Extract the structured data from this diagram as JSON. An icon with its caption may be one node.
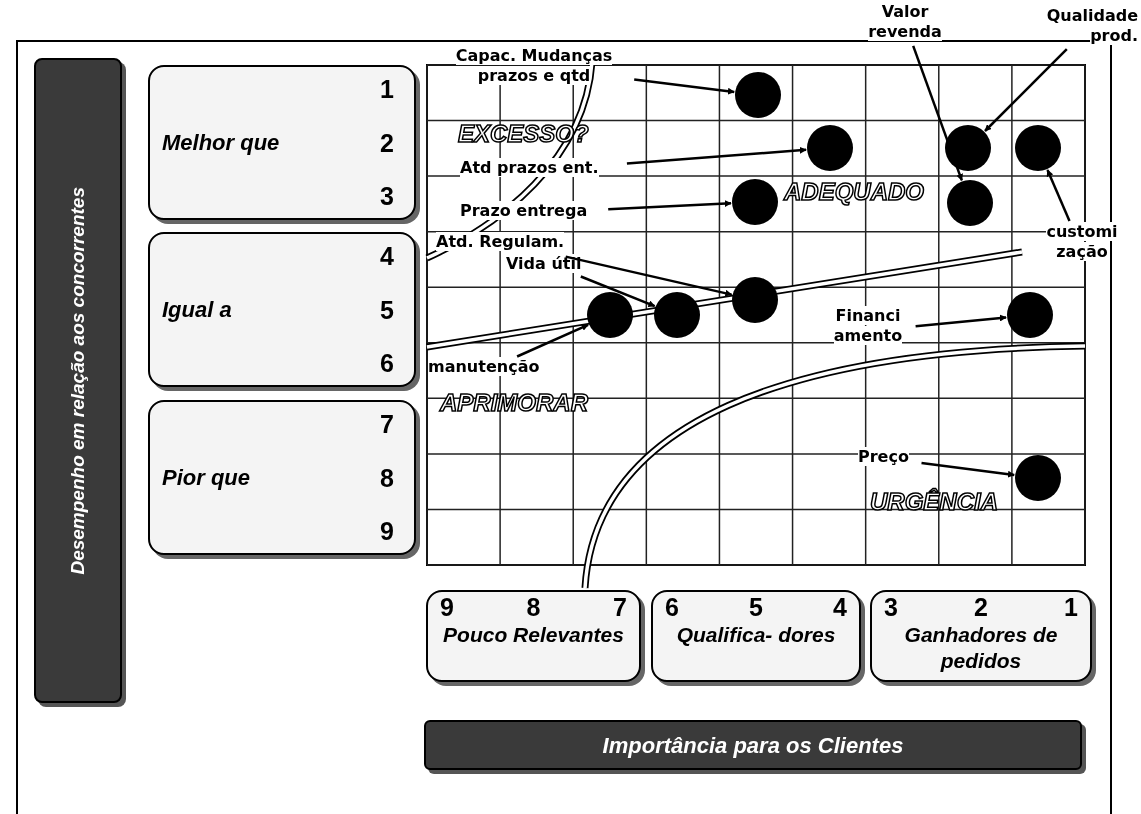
{
  "diagram": {
    "nodes": [
      {
        "text": [
          "Desempenho em relação aos concorrentes"
        ]
      },
      {
        "text": [
          "Melhor que",
          "1",
          "2",
          "3"
        ]
      },
      {
        "text": [
          "Igual a",
          "4",
          "5",
          "6"
        ]
      },
      {
        "text": [
          "Pior que",
          "7",
          "8",
          "9"
        ]
      },
      {
        "text": [
          "Capac. Mudanças prazos e qtd"
        ]
      },
      {
        "text": [
          "Valor revenda"
        ]
      },
      {
        "text": [
          "Qualidade prod."
        ]
      },
      {
        "text": [],
        "shape": "circle"
      },
      {
        "text": [
          "Atd prazos ent."
        ]
      },
      {
        "text": [],
        "shape": "circle"
      },
      {
        "text": [],
        "shape": "circle"
      },
      {
        "text": [],
        "shape": "circle"
      },
      {
        "text": [
          "Prazo entrega"
        ]
      },
      {
        "text": [],
        "shape": "circle"
      },
      {
        "text": [],
        "shape": "circle"
      },
      {
        "text": [
          "Atd. Regulam."
        ]
      },
      {
        "text": [
          "customi zação"
        ]
      },
      {
        "text": [
          "Vida útil"
        ]
      },
      {
        "text": [],
        "shape": "circle"
      },
      {
        "text": [],
        "shape": "circle"
      },
      {
        "text": [],
        "shape": "circle"
      },
      {
        "text": [],
        "shape": "circle"
      },
      {
        "text": [
          "Financi amento"
        ]
      },
      {
        "text": [
          "manutenção"
        ]
      },
      {
        "text": [
          "Preço"
        ]
      },
      {
        "text": [],
        "shape": "circle"
      },
      {
        "text": [
          "9",
          "8",
          "7",
          "Pouco Relevantes"
        ]
      },
      {
        "text": [
          "6",
          "5",
          "4",
          "Qualifica- dores"
        ]
      },
      {
        "text": [
          "3",
          "2",
          "1",
          "Ganhadores de pedidos"
        ]
      },
      {
        "text": [
          "Importância para os Clientes"
        ]
      }
    ],
    "edges": [
      {
        "from": 4,
        "to": 7,
        "arrow": "to"
      },
      {
        "from": 5,
        "to": 14,
        "arrow": "to"
      },
      {
        "from": 6,
        "to": 10,
        "arrow": "to"
      },
      {
        "from": 8,
        "to": 9,
        "arrow": "to"
      },
      {
        "from": 12,
        "to": 13,
        "arrow": "to"
      },
      {
        "from": 15,
        "to": 18,
        "arrow": "to"
      },
      {
        "from": 16,
        "to": 11,
        "arrow": "to"
      },
      {
        "from": 17,
        "to": 20,
        "arrow": "to"
      },
      {
        "from": 22,
        "to": 21,
        "arrow": "to"
      },
      {
        "from": 23,
        "to": 19,
        "arrow": "to"
      },
      {
        "from": 24,
        "to": 25,
        "arrow": "to"
      }
    ],
    "labels": [
      "EXCESSO?",
      "ADEQUADO",
      "APRIMORAR",
      "URGÊNCIA"
    ]
  }
}
